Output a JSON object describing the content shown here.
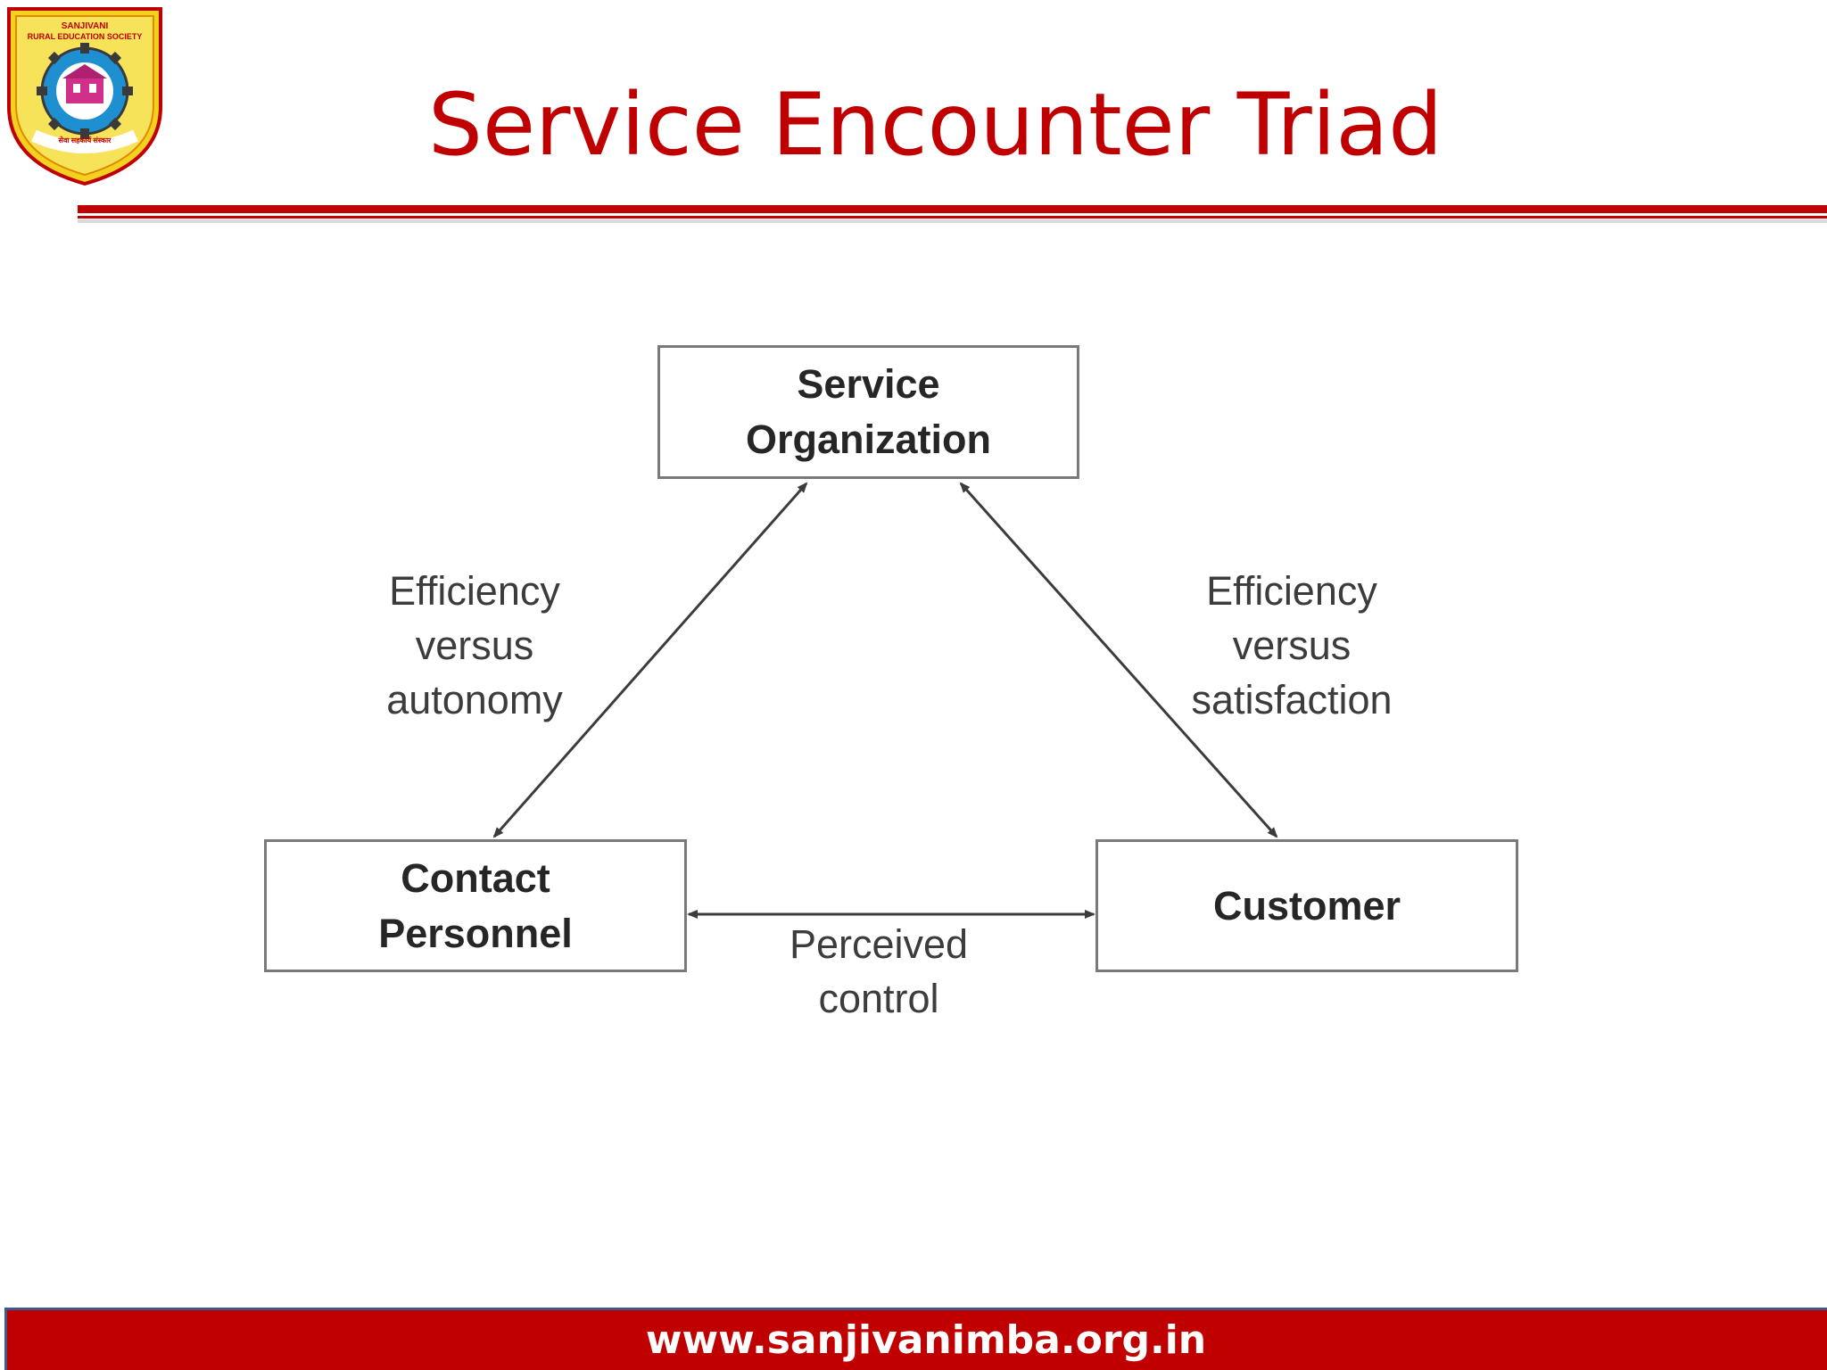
{
  "slide": {
    "title": "Service Encounter Triad",
    "footer_url": "www.sanjivanimba.org.in"
  },
  "logo": {
    "top_text_1": "SANJIVANI",
    "top_text_2": "RURAL EDUCATION SOCIETY",
    "bottom_text": "सेवा सहकार्य संस्कार"
  },
  "diagram": {
    "nodes": {
      "service_organization": [
        "Service",
        "Organization"
      ],
      "contact_personnel": [
        "Contact",
        "Personnel"
      ],
      "customer": [
        "Customer"
      ]
    },
    "edges": {
      "organization_personnel": [
        "Efficiency",
        "versus",
        "autonomy"
      ],
      "organization_customer": [
        "Efficiency",
        "versus",
        "satisfaction"
      ],
      "personnel_customer": [
        "Perceived",
        "control"
      ]
    },
    "colors": {
      "title": "#c00000",
      "rule": "#c00000",
      "footer": "#c00000",
      "box_border": "#7a7a7a",
      "arrow": "#3c3c3c"
    }
  }
}
